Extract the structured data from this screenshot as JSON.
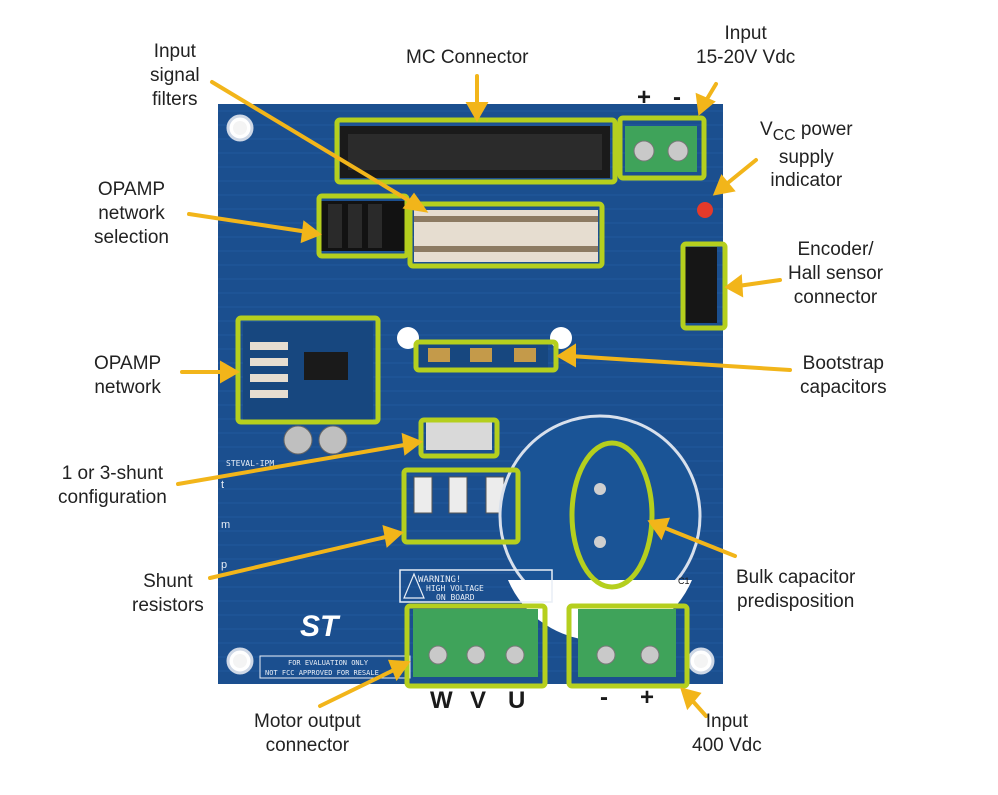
{
  "colors": {
    "board": "#1b4f8f",
    "board_dark": "#143e72",
    "highlight": "#b5cf1e",
    "arrow": "#f2b51a",
    "terminal": "#3fa35a",
    "silkscreen": "#e8eef6"
  },
  "labels": {
    "input_signal_filters": [
      "Input",
      "signal",
      "filters"
    ],
    "mc_connector": [
      "MC Connector"
    ],
    "input_15_20v": [
      "Input",
      "15-20V Vdc"
    ],
    "vcc_indicator": [
      "V<sub>CC</sub> power",
      "supply",
      "indicator"
    ],
    "opamp_network_selection": [
      "OPAMP",
      "network",
      "selection"
    ],
    "encoder_hall": [
      "Encoder/",
      "Hall sensor",
      "connector"
    ],
    "opamp_network": [
      "OPAMP",
      "network"
    ],
    "bootstrap": [
      "Bootstrap",
      "capacitors"
    ],
    "shunt_config": [
      "1 or 3-shunt",
      "configuration"
    ],
    "shunt_resistors": [
      "Shunt",
      "resistors"
    ],
    "bulk_capacitor": [
      "Bulk capacitor",
      "predisposition"
    ],
    "motor_output": [
      "Motor output",
      "connector"
    ],
    "input_400v": [
      "Input",
      "400 Vdc"
    ]
  },
  "polarity": {
    "dc_plus": "+",
    "dc_minus": "-",
    "hv_minus": "-",
    "hv_plus": "+"
  },
  "phases": [
    "W",
    "V",
    "U"
  ],
  "silkscreen": {
    "warning": [
      "WARNING!",
      "HIGH VOLTAGE",
      "ON BOARD"
    ],
    "evaluation": [
      "FOR EVALUATION ONLY",
      "NOT FCC APPROVED FOR RESALE"
    ],
    "board_name": "STEVAL-IPM",
    "cap_ref": "C1",
    "shunt_rows": [
      "t",
      "m",
      "p"
    ],
    "logo": "ST"
  }
}
